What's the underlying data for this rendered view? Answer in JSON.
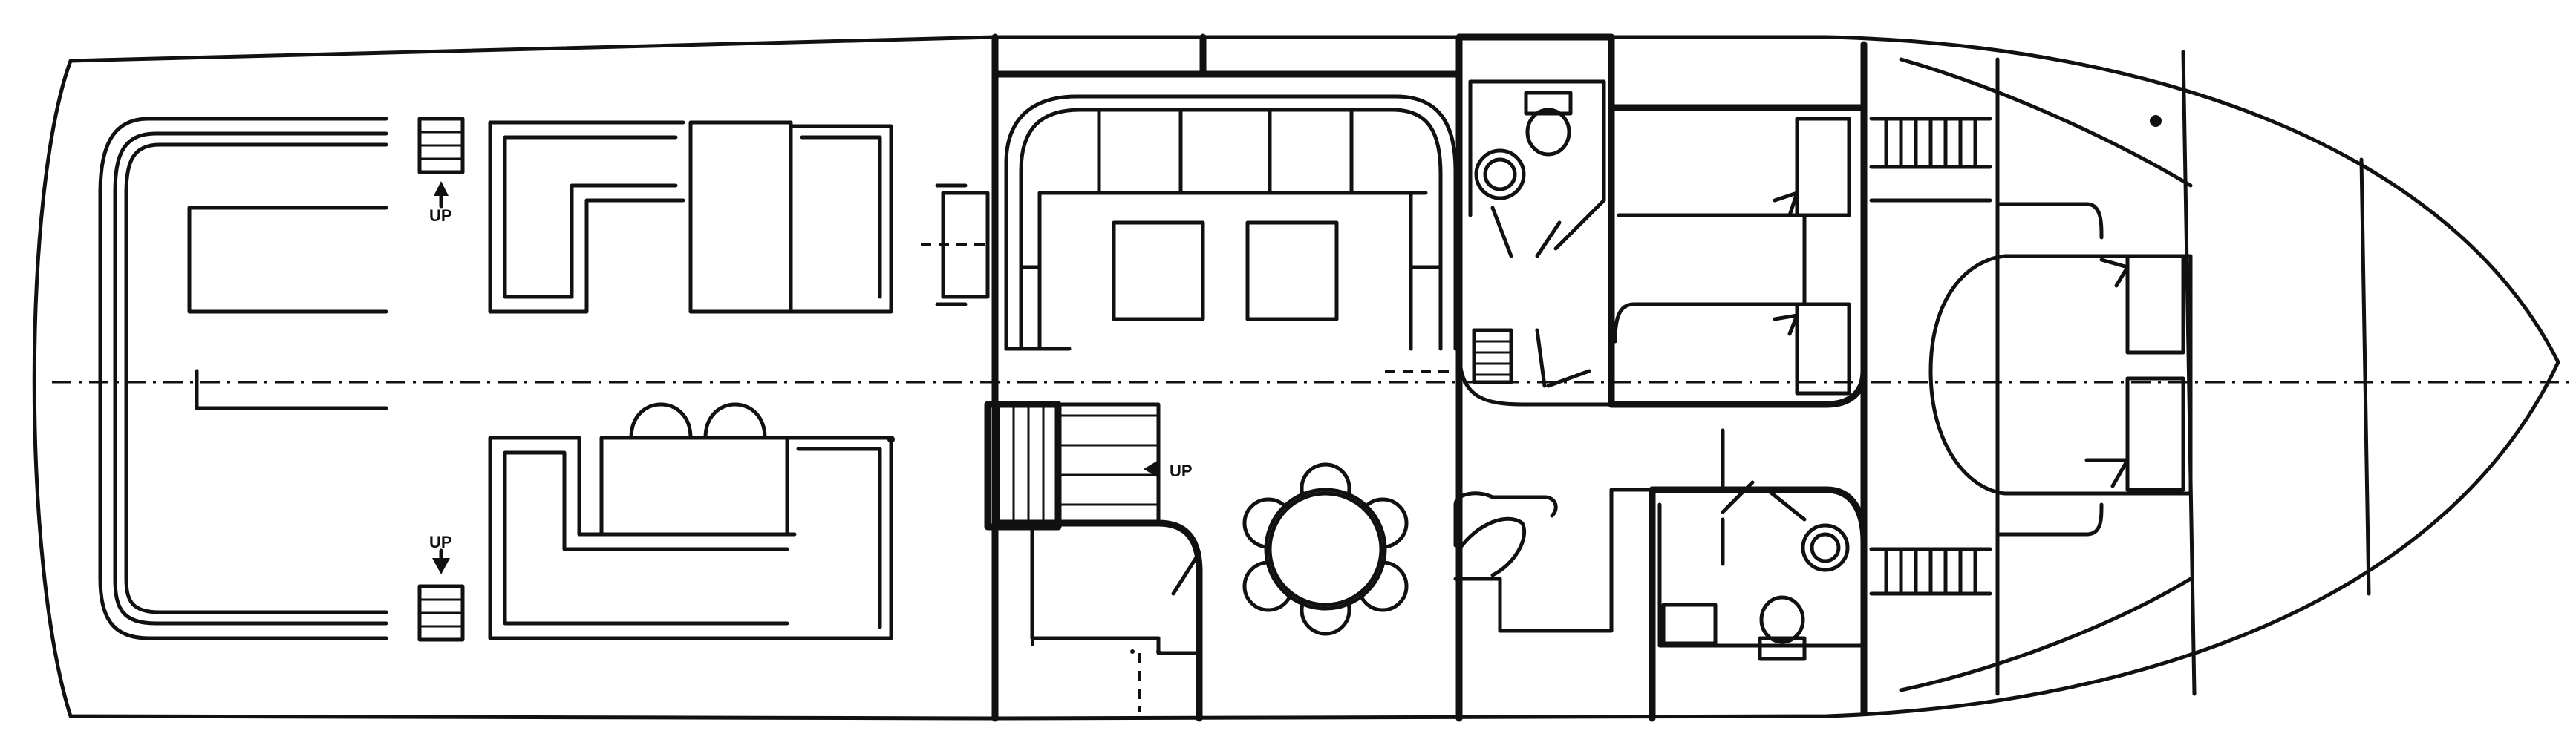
{
  "labels": {
    "up_aft_top": "UP",
    "up_aft_bottom": "UP",
    "up_salon": "UP"
  },
  "colors": {
    "ink": "#111111",
    "paper": "#ffffff"
  },
  "icons": [
    "up-arrow-icon",
    "toilet-icon",
    "sink-icon",
    "stair-icon"
  ]
}
